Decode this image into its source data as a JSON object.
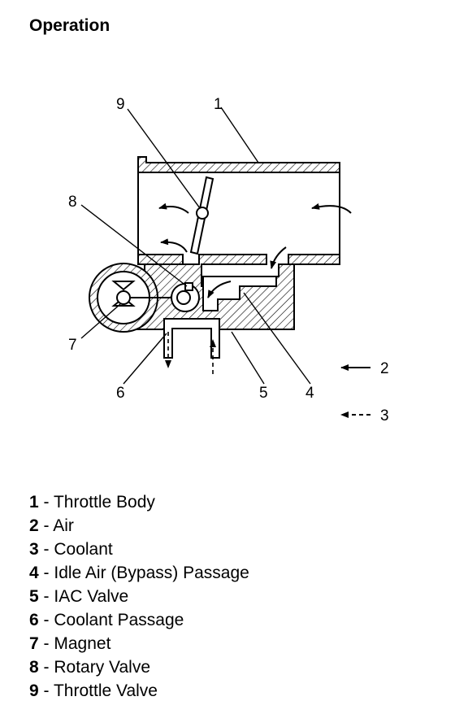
{
  "title": "Operation",
  "callouts": {
    "c1": "1",
    "c2": "2",
    "c3": "3",
    "c4": "4",
    "c5": "5",
    "c6": "6",
    "c7": "7",
    "c8": "8",
    "c9": "9"
  },
  "legend": [
    {
      "num": "1",
      "sep": " - ",
      "label": "Throttle Body"
    },
    {
      "num": "2",
      "sep": " - ",
      "label": "Air"
    },
    {
      "num": "3",
      "sep": " - ",
      "label": "Coolant"
    },
    {
      "num": "4",
      "sep": " - ",
      "label": "Idle Air (Bypass) Passage"
    },
    {
      "num": "5",
      "sep": " - ",
      "label": "IAC Valve"
    },
    {
      "num": "6",
      "sep": " - ",
      "label": "Coolant Passage"
    },
    {
      "num": "7",
      "sep": " - ",
      "label": "Magnet"
    },
    {
      "num": "8",
      "sep": " - ",
      "label": "Rotary Valve"
    },
    {
      "num": "9",
      "sep": " - ",
      "label": "Throttle Valve"
    }
  ]
}
